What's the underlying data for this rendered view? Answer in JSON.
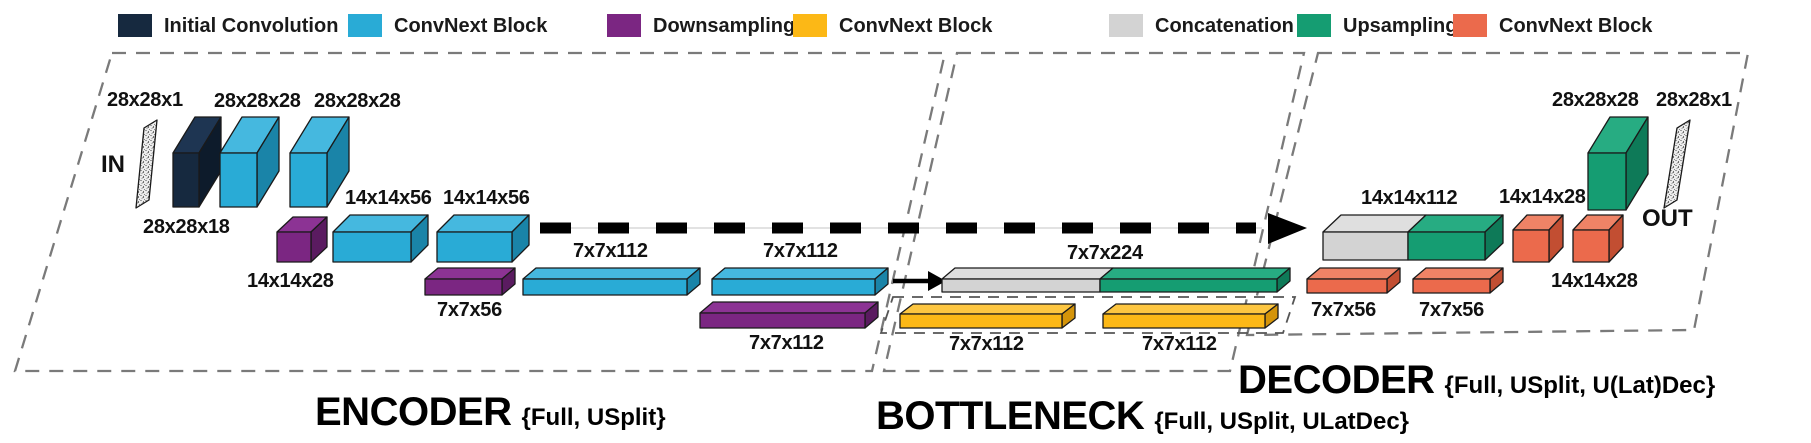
{
  "legend": {
    "items": [
      {
        "label": "Initial Convolution",
        "color": "#16293F"
      },
      {
        "label": "ConvNext Block",
        "color": "#29ABD6"
      },
      {
        "label": "Downsampling",
        "color": "#7B2682"
      },
      {
        "label": "ConvNext Block",
        "color": "#FCB816"
      },
      {
        "label": "Concatenation",
        "color": "#D3D3D3"
      },
      {
        "label": "Upsampling",
        "color": "#159D72"
      },
      {
        "label": "ConvNext Block",
        "color": "#EB6A4C"
      }
    ]
  },
  "io": {
    "input_label": "IN",
    "input_dims": "28x28x1",
    "output_label": "OUT",
    "output_dims": "28x28x1"
  },
  "sections": {
    "encoder": {
      "title": "ENCODER",
      "variants": "{Full, USplit}"
    },
    "bottleneck": {
      "title": "BOTTLENECK",
      "variants": "{Full, USplit, ULatDec}"
    },
    "decoder": {
      "title": "DECODER",
      "variants": "{Full, USplit, U(Lat)Dec}"
    }
  },
  "palette": {
    "initial_convolution": "#16293F",
    "convnext_block_encoder": "#29ABD6",
    "downsampling": "#7B2682",
    "convnext_block_bottleneck": "#FCB816",
    "concatenation": "#D3D3D3",
    "upsampling": "#159D72",
    "convnext_block_decoder": "#EB6A4C"
  },
  "blocks": [
    {
      "id": "in-image",
      "section": "encoder",
      "type": "input_image",
      "dims": "28x28x1"
    },
    {
      "id": "enc-init-conv",
      "section": "encoder",
      "type": "initial_convolution",
      "dims": "28x28x18"
    },
    {
      "id": "enc-conv1",
      "section": "encoder",
      "type": "convnext_block_encoder",
      "dims": "28x28x28"
    },
    {
      "id": "enc-conv2",
      "section": "encoder",
      "type": "convnext_block_encoder",
      "dims": "28x28x28"
    },
    {
      "id": "enc-down1",
      "section": "encoder",
      "type": "downsampling",
      "dims": "14x14x28"
    },
    {
      "id": "enc-conv3",
      "section": "encoder",
      "type": "convnext_block_encoder",
      "dims": "14x14x56"
    },
    {
      "id": "enc-conv4",
      "section": "encoder",
      "type": "convnext_block_encoder",
      "dims": "14x14x56"
    },
    {
      "id": "enc-down2",
      "section": "encoder",
      "type": "downsampling",
      "dims": "7x7x56"
    },
    {
      "id": "enc-conv5",
      "section": "encoder",
      "type": "convnext_block_encoder",
      "dims": "7x7x112"
    },
    {
      "id": "enc-conv6",
      "section": "encoder",
      "type": "convnext_block_encoder",
      "dims": "7x7x112"
    },
    {
      "id": "enc-down3",
      "section": "encoder",
      "type": "downsampling",
      "dims": "7x7x112"
    },
    {
      "id": "bott-concat-upsample",
      "section": "bottleneck",
      "type": "concat_upsample",
      "dims": "7x7x224"
    },
    {
      "id": "bott-conv1",
      "section": "bottleneck",
      "type": "convnext_block_bottleneck",
      "dims": "7x7x112"
    },
    {
      "id": "bott-conv2",
      "section": "bottleneck",
      "type": "convnext_block_bottleneck",
      "dims": "7x7x112"
    },
    {
      "id": "dec-concat-upsample",
      "section": "decoder",
      "type": "concat_upsample",
      "dims": "14x14x112"
    },
    {
      "id": "dec-conv1",
      "section": "decoder",
      "type": "convnext_block_decoder",
      "dims": "7x7x56"
    },
    {
      "id": "dec-conv2",
      "section": "decoder",
      "type": "convnext_block_decoder",
      "dims": "7x7x56"
    },
    {
      "id": "dec-conv3",
      "section": "decoder",
      "type": "convnext_block_decoder",
      "dims": "14x14x28"
    },
    {
      "id": "dec-conv4",
      "section": "decoder",
      "type": "convnext_block_decoder",
      "dims": "14x14x28"
    },
    {
      "id": "dec-upsample",
      "section": "decoder",
      "type": "upsampling",
      "dims": "28x28x28"
    },
    {
      "id": "out-image",
      "section": "decoder",
      "type": "output_image",
      "dims": "28x28x1"
    }
  ]
}
